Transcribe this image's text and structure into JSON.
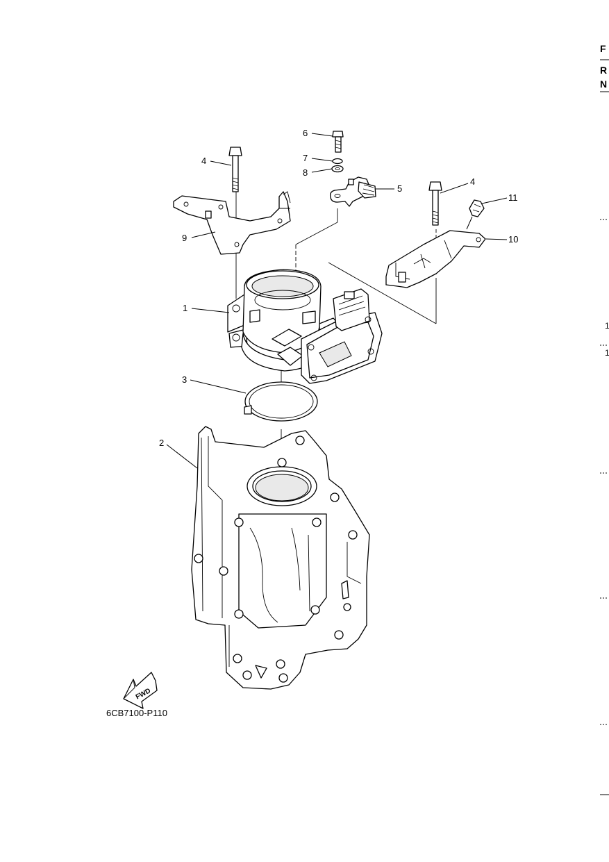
{
  "diagram_code": "6CB7100-P110",
  "fwd_label": "FWD",
  "edge_text": {
    "top_letter": "F",
    "line_r": "R",
    "line_n": "N",
    "num_a": "1",
    "num_b": "1"
  },
  "callouts": [
    {
      "id": "c1",
      "label": "1"
    },
    {
      "id": "c2",
      "label": "2"
    },
    {
      "id": "c3",
      "label": "3"
    },
    {
      "id": "c4a",
      "label": "4"
    },
    {
      "id": "c4b",
      "label": "4"
    },
    {
      "id": "c5",
      "label": "5"
    },
    {
      "id": "c6",
      "label": "6"
    },
    {
      "id": "c7",
      "label": "7"
    },
    {
      "id": "c8",
      "label": "8"
    },
    {
      "id": "c9",
      "label": "9"
    },
    {
      "id": "c10",
      "label": "10"
    },
    {
      "id": "c11",
      "label": "11"
    }
  ]
}
